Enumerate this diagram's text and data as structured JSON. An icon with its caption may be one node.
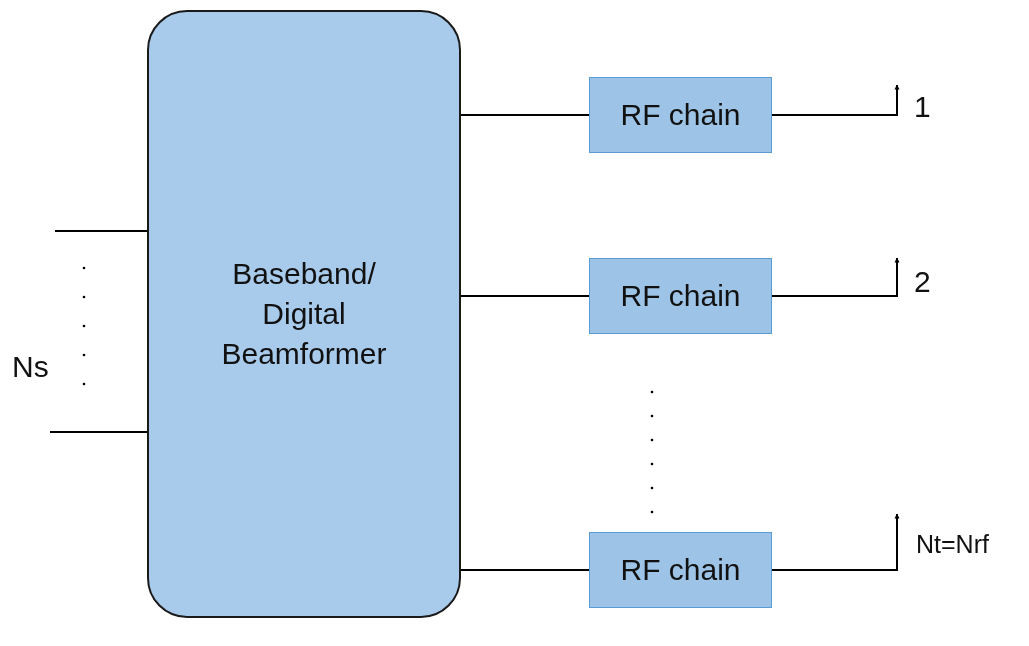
{
  "diagram": {
    "nodes": [
      {
        "text": [
          "Baseband/ Digital Beamformer"
        ]
      },
      {
        "text": [
          "RF chain"
        ]
      },
      {
        "text": [
          "RF chain"
        ]
      },
      {
        "text": [
          "RF chain"
        ]
      }
    ],
    "edges": [
      {
        "from": null,
        "to": 0,
        "arrow": "none"
      },
      {
        "from": null,
        "to": 0,
        "arrow": "none"
      },
      {
        "from": 0,
        "to": 1,
        "arrow": "none"
      },
      {
        "from": 0,
        "to": 2,
        "arrow": "none"
      },
      {
        "from": 0,
        "to": 3,
        "arrow": "none"
      },
      {
        "from": 1,
        "to": null,
        "arrow": "to"
      },
      {
        "from": 2,
        "to": null,
        "arrow": "to"
      },
      {
        "from": 3,
        "to": null,
        "arrow": "to"
      }
    ],
    "labels": [
      "Ns",
      "1",
      "2",
      "Nt=Nrf"
    ]
  }
}
